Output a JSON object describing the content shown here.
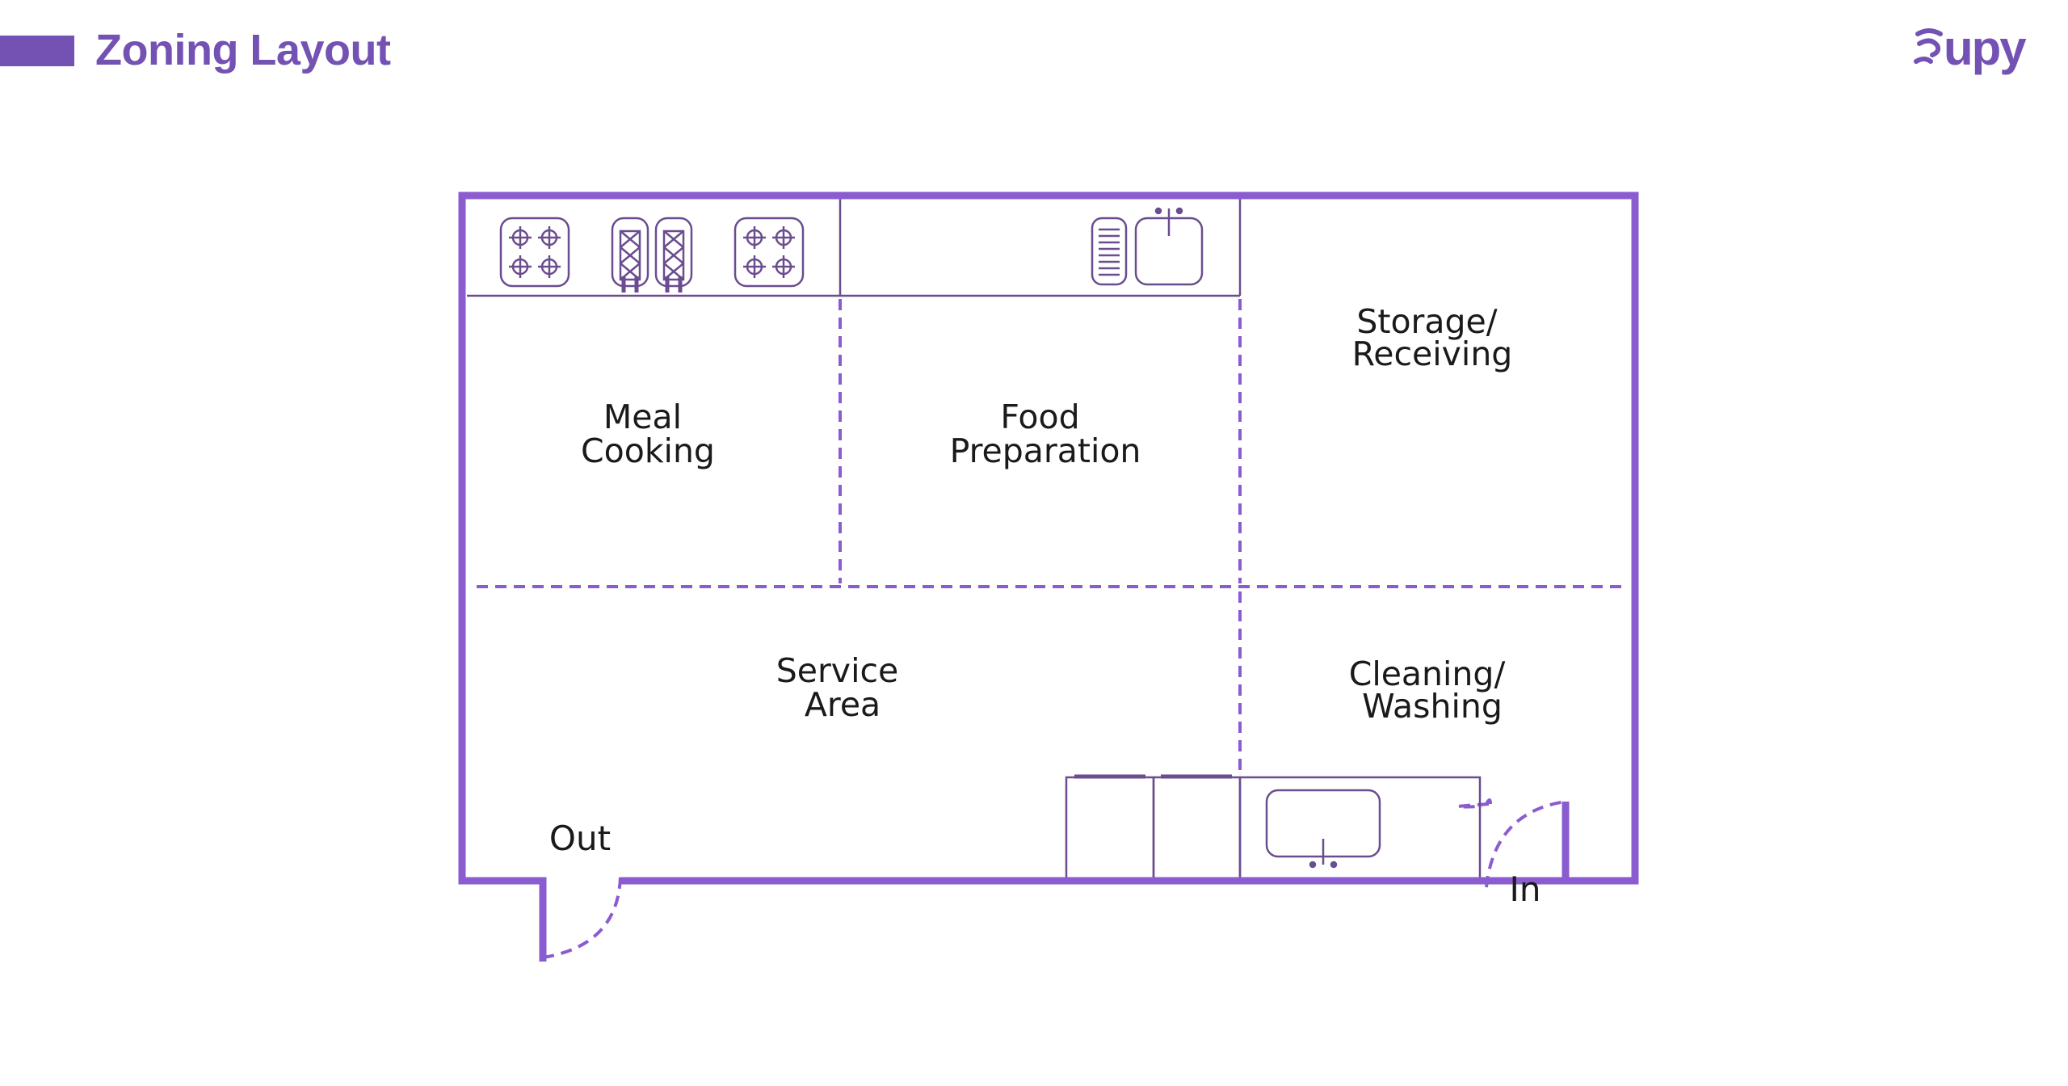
{
  "page": {
    "title": "Zoning Layout",
    "brand": "upy"
  },
  "colors": {
    "accent": "#7452b4",
    "wall": "#8a5cd0",
    "fixture": "#6a4d8f",
    "text": "#1a1a1a"
  },
  "zones": {
    "meal_cooking": [
      "Meal",
      "Cooking"
    ],
    "food_preparation": [
      "Food",
      "Preparation"
    ],
    "storage_receiving": [
      "Storage/",
      "Receiving"
    ],
    "service_area": [
      "Service",
      "Area"
    ],
    "cleaning_washing": [
      "Cleaning/",
      "Washing"
    ]
  },
  "doors": {
    "out": "Out",
    "in": "In"
  },
  "icons": {
    "stoves": [
      "stove-icon",
      "grill-icon",
      "stove-icon"
    ],
    "prep": [
      "drainboard-icon",
      "sink-icon"
    ],
    "washing": [
      "sink-icon"
    ]
  }
}
